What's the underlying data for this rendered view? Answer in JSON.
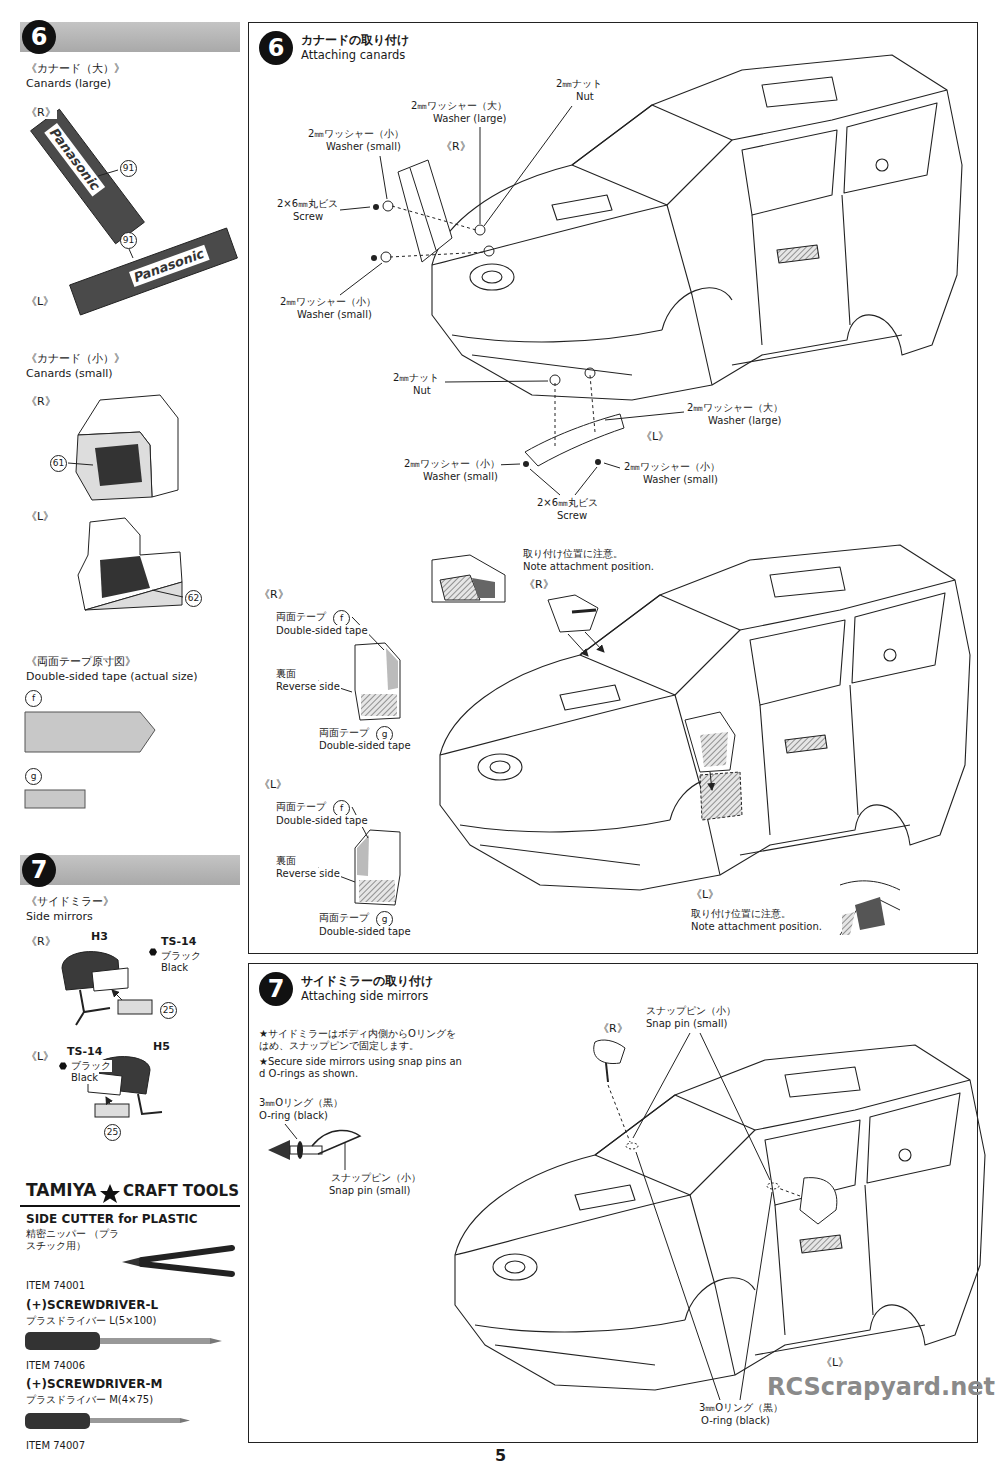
{
  "diagram": {
    "nodes": [
      {
        "text": [
          "6"
        ]
      },
      {
        "text": [
          "7"
        ]
      },
      {
        "text": [
          "カナードの取り付け",
          "Attaching canards"
        ]
      },
      {
        "text": [
          "6"
        ],
        "in": 2
      },
      {
        "text": [
          "サイドミラーの取り付け",
          "Attaching side mirrors"
        ]
      },
      {
        "text": [
          "7"
        ],
        "in": 4
      }
    ],
    "labels": [
      "《カナード（大）》",
      "Canards (large)",
      "《R》",
      "Panasonic",
      "91",
      "91",
      "Panasonic",
      "《L》",
      "《カナード（小）》",
      "Canards (small)",
      "《R》",
      "61",
      "《L》",
      "62",
      "《両面テープ原寸図》",
      "Double-sided tape (actual size)",
      "f",
      "g",
      "《サイドミラー》",
      "Side mirrors",
      "《R》",
      "H3",
      "TS-14",
      "ブラック",
      "Black",
      "25",
      "《L》",
      "TS-14",
      "ブラック",
      "Black",
      "H5",
      "25",
      "TAMIYA",
      "CRAFT TOOLS",
      "SIDE CUTTER for PLASTIC",
      "精密ニッパー （プラスチック用）",
      "ITEM 74001",
      "(+)SCREWDRIVER-L",
      "プラスドライバー L(5×100)",
      "ITEM 74006",
      "(+)SCREWDRIVER-M",
      "プラスドライバー M(4×75)",
      "ITEM 74007",
      "2㎜ナット",
      "Nut",
      "2㎜ワッシャー（大）",
      "Washer (large)",
      "2㎜ワッシャー（小）",
      "Washer (small)",
      "《R》",
      "2×6㎜丸ビス",
      "Screw",
      "2㎜ワッシャー（小）",
      "Washer (small)",
      "2㎜ナット",
      "Nut",
      "2㎜ワッシャー（大）",
      "Washer (large)",
      "《L》",
      "2㎜ワッシャー（小）",
      "Washer (small)",
      "2㎜ワッシャー（小）",
      "Washer (small)",
      "2×6㎜丸ビス",
      "Screw",
      "取り付け位置に注意。",
      "Note attachment position.",
      "《R》",
      "《R》",
      "両面テープ",
      "f",
      "Double-sided tape",
      "裏面",
      "Reverse side",
      "両面テープ",
      "g",
      "Double-sided tape",
      "《L》",
      "両面テープ",
      "f",
      "Double-sided tape",
      "裏面",
      "Reverse side",
      "両面テープ",
      "g",
      "Double-sided tape",
      "《L》",
      "取り付け位置に注意。",
      "Note attachment position.",
      "★サイドミラーはボディ内側からOリングをはめ、スナップピンで固定します。",
      "★Secure side mirrors using snap pins and O-rings as shown.",
      "3㎜Oリング（黒）",
      "O-ring (black)",
      "スナップピン（小）",
      "Snap pin (small)",
      "《R》",
      "スナップピン（小）",
      "Snap pin (small)",
      "3㎜Oリング（黒）",
      "O-ring (black)",
      "《L》",
      "5",
      "RCScrapyard.net"
    ]
  }
}
